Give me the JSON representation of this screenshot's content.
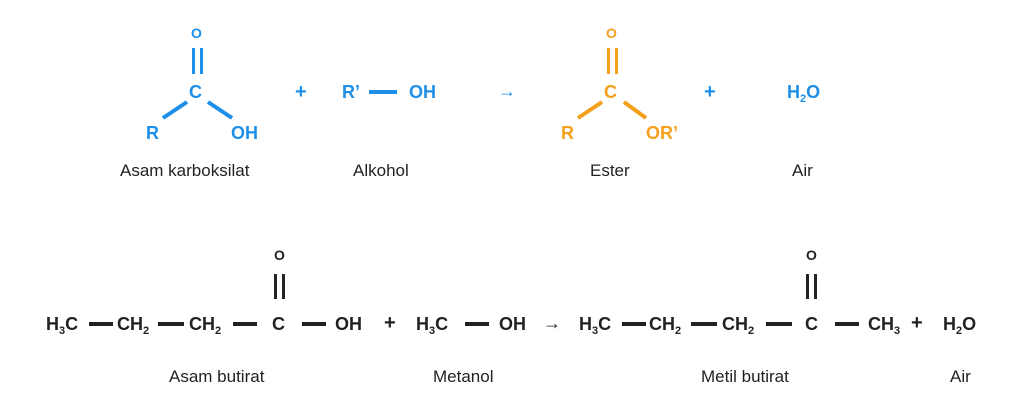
{
  "general": {
    "acid": {
      "o": "O",
      "c": "C",
      "r": "R",
      "oh": "OH",
      "label": "Asam karboksilat"
    },
    "plus1": "+",
    "alcohol": {
      "r": "R’",
      "oh": "OH",
      "label": "Alkohol"
    },
    "arrow": "→",
    "ester": {
      "o": "O",
      "c": "C",
      "r": "R",
      "or": "OR’",
      "label": "Ester"
    },
    "plus2": "+",
    "water": {
      "h": "H",
      "sub": "2",
      "o": "O",
      "label": "Air"
    }
  },
  "example": {
    "acid": {
      "h": "H",
      "h_sub": "3",
      "c1": "C",
      "ch2a": "CH",
      "ch2a_sub": "2",
      "ch2b": "CH",
      "ch2b_sub": "2",
      "c": "C",
      "o": "O",
      "oh": "OH",
      "label": "Asam butirat"
    },
    "plus1": "+",
    "methanol": {
      "h": "H",
      "h_sub": "3",
      "c": "C",
      "oh": "OH",
      "label": "Metanol"
    },
    "arrow": "→",
    "ester": {
      "h": "H",
      "h_sub": "3",
      "c1": "C",
      "ch2a": "CH",
      "ch2a_sub": "2",
      "ch2b": "CH",
      "ch2b_sub": "2",
      "c": "C",
      "o": "O",
      "ch3": "CH",
      "ch3_sub": "3",
      "label": "Metil butirat"
    },
    "plus2": "+",
    "water": {
      "h": "H",
      "sub": "2",
      "o": "O",
      "label": "Air"
    }
  },
  "colors": {
    "acid": "#1e8fe8",
    "ester": "#f5a01c",
    "text": "#222222"
  }
}
